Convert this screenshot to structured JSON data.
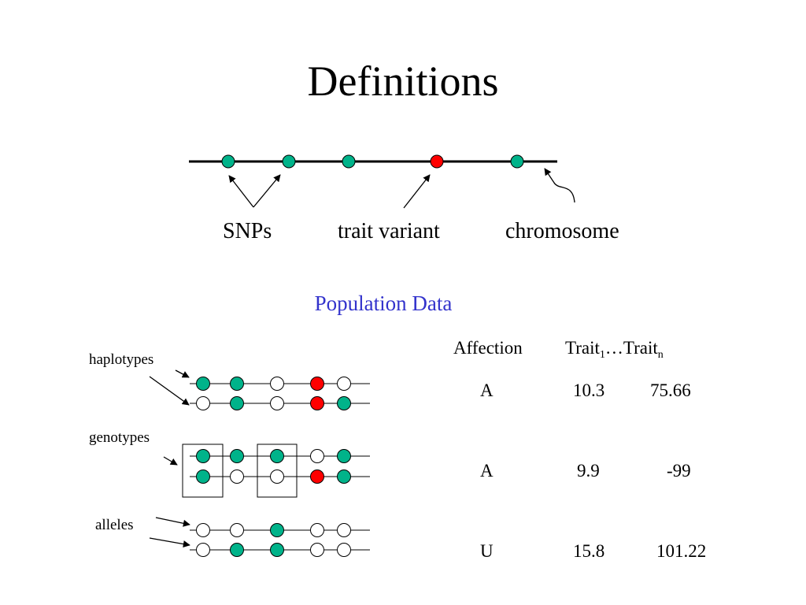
{
  "title": "Definitions",
  "top_labels": {
    "snps": "SNPs",
    "trait_variant": "trait variant",
    "chromosome": "chromosome"
  },
  "population_title": "Population Data",
  "side_labels": {
    "haplotypes": "haplotypes",
    "genotypes": "genotypes",
    "alleles": "alleles"
  },
  "table": {
    "header_affection": "Affection",
    "header_trait_prefix": "Trait",
    "header_trait_sub1": "1",
    "header_trait_mid": "…Trait",
    "header_trait_subn": "n",
    "rows": [
      {
        "affection": "A",
        "trait1": "10.3",
        "traitn": "75.66"
      },
      {
        "affection": "A",
        "trait1": "9.9",
        "traitn": "-99"
      },
      {
        "affection": "U",
        "trait1": "15.8",
        "traitn": "101.22"
      }
    ]
  },
  "colors": {
    "snp": "#00b38a",
    "variant": "#ff0000",
    "empty": "#ffffff",
    "population_title": "#3333cc"
  },
  "haplotype_rows": [
    [
      "snp",
      "snp",
      "empty",
      "variant",
      "empty"
    ],
    [
      "empty",
      "snp",
      "empty",
      "variant",
      "snp"
    ],
    [
      "snp",
      "snp",
      "snp",
      "empty",
      "snp"
    ],
    [
      "snp",
      "empty",
      "empty",
      "variant",
      "snp"
    ],
    [
      "empty",
      "empty",
      "snp",
      "empty",
      "empty"
    ],
    [
      "empty",
      "snp",
      "snp",
      "empty",
      "empty"
    ]
  ]
}
